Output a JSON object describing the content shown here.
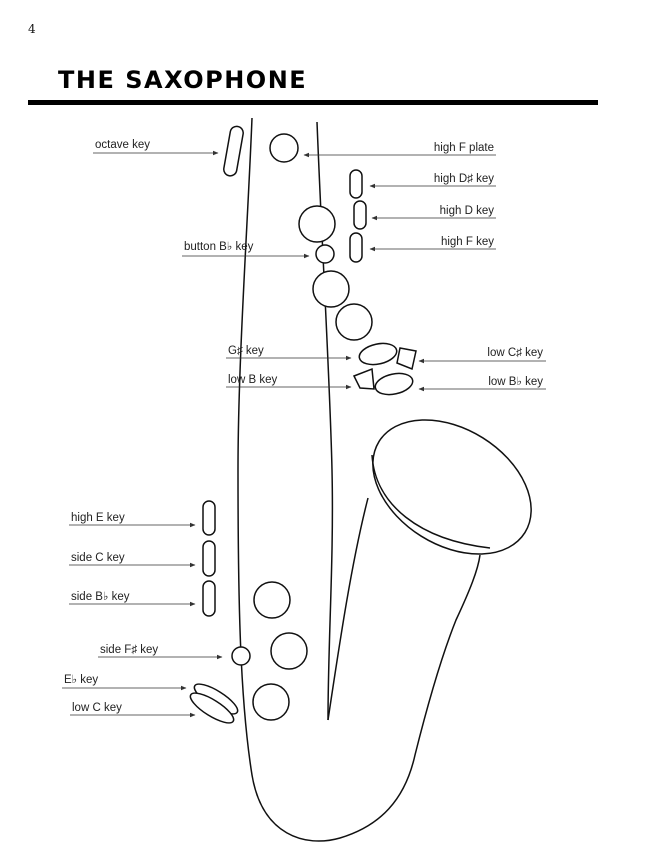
{
  "page": {
    "number": "4",
    "title": "THE SAXOPHONE"
  },
  "labels": {
    "octave_key": "octave key",
    "high_f_plate": "high F plate",
    "high_d_sharp_key": "high D♯ key",
    "high_d_key": "high D  key",
    "high_f_key": "high F key",
    "button_b_flat_key": "button B♭ key",
    "g_sharp_key": "G♯ key",
    "low_b_key": "low B  key",
    "low_c_sharp_key": "low C♯ key",
    "low_b_flat_key": "low B♭ key",
    "high_e_key": "high E key",
    "side_c_key": "side C key",
    "side_b_flat_key": "side B♭ key",
    "side_f_sharp_key": "side F♯ key",
    "e_flat_key": "E♭ key",
    "low_c_key": "low C key"
  }
}
